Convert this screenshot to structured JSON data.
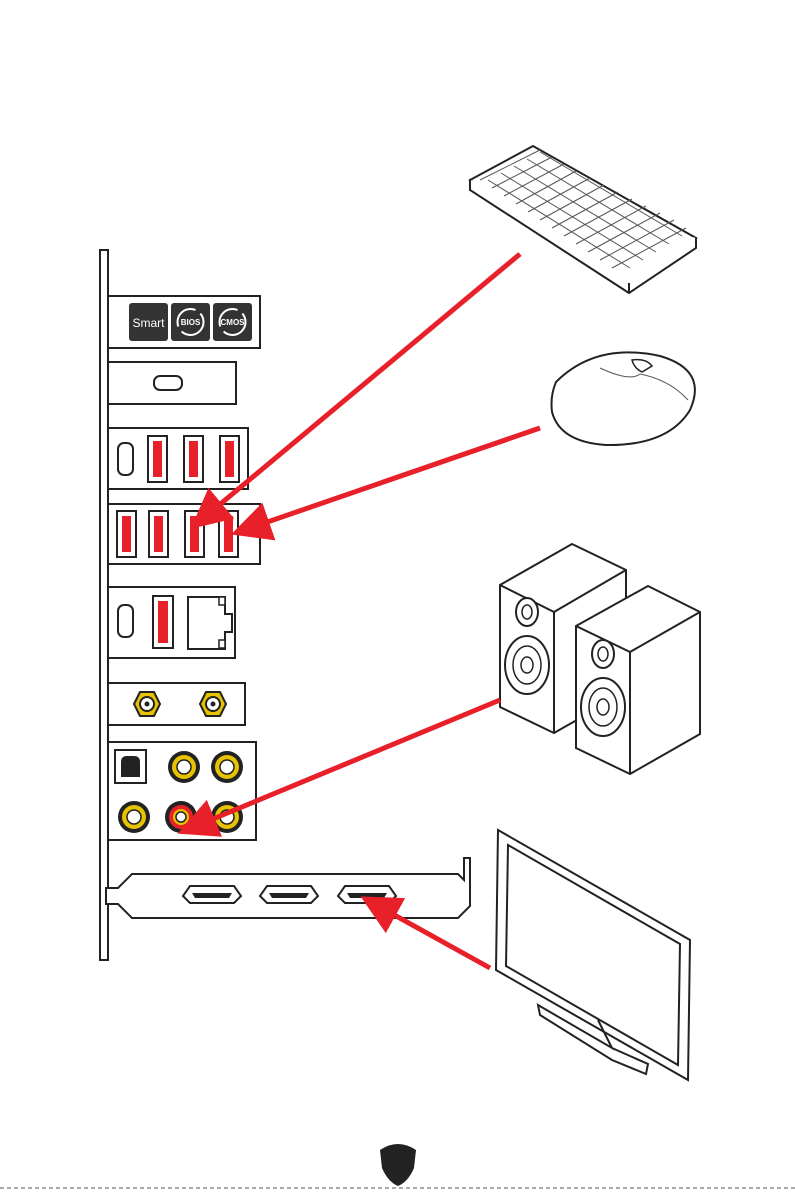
{
  "io_panel": {
    "buttons": [
      {
        "label": "Smart"
      },
      {
        "label": "BIOS"
      },
      {
        "label": "CMOS"
      }
    ]
  },
  "colors": {
    "arrow": "#e8202a",
    "usb_port": "#e8202a",
    "audio_gold": "#e6c200",
    "outline": "#222222"
  },
  "devices": [
    "keyboard-icon",
    "mouse-icon",
    "speakers-icon",
    "monitor-icon"
  ],
  "connections": [
    {
      "device": "keyboard-icon",
      "port": "usb-a"
    },
    {
      "device": "mouse-icon",
      "port": "usb-a"
    },
    {
      "device": "speakers-icon",
      "port": "audio-line-out"
    },
    {
      "device": "monitor-icon",
      "port": "hdmi"
    }
  ]
}
